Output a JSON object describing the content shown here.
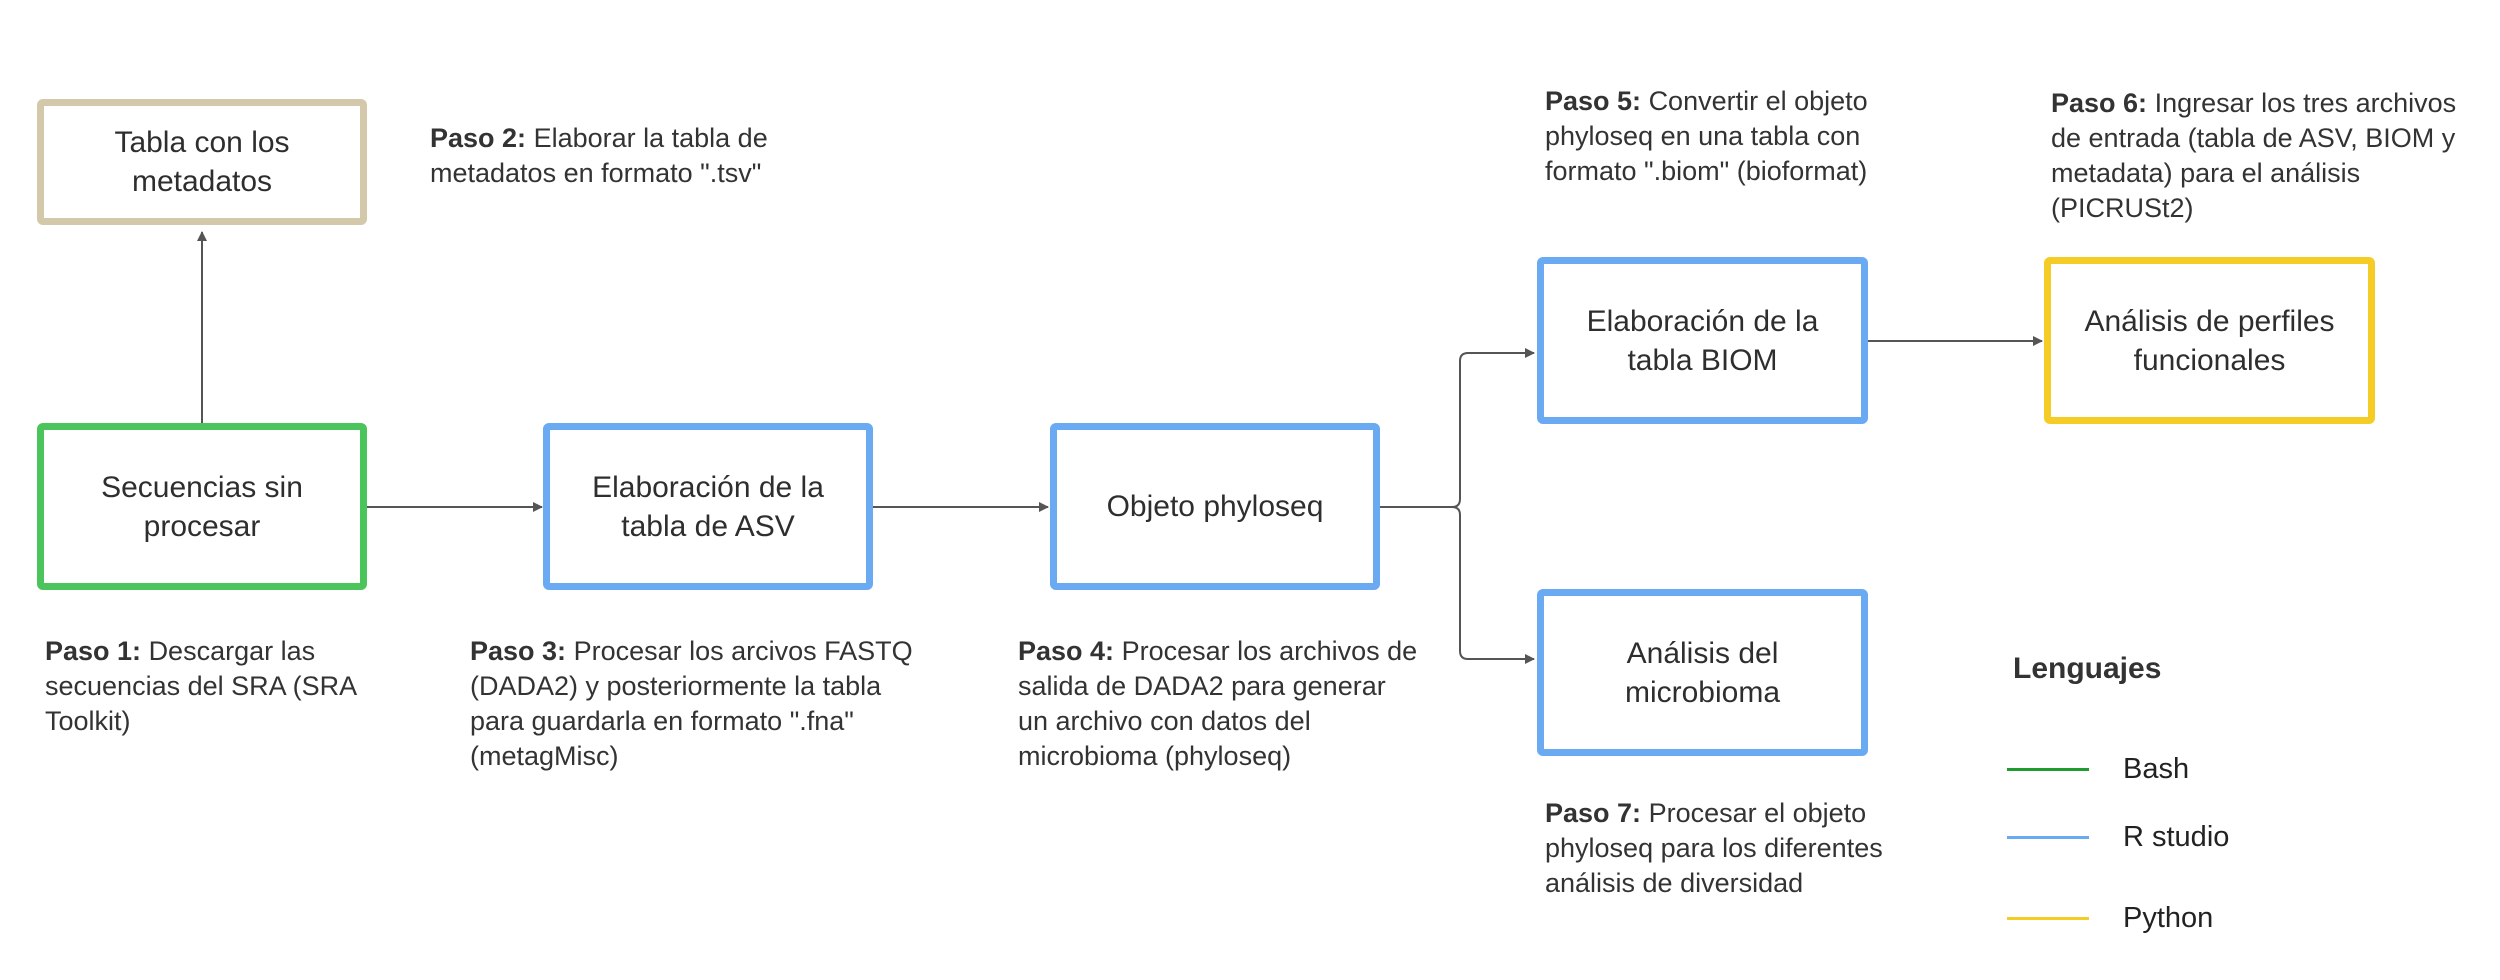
{
  "nodes": {
    "metadata_table": "Tabla con los metadatos",
    "raw_sequences": "Secuencias sin procesar",
    "asv_table": "Elaboración de la tabla de ASV",
    "phyloseq_object": "Objeto phyloseq",
    "biom_table": "Elaboración de la tabla BIOM",
    "functional_profiles": "Análisis de perfiles funcionales",
    "microbiome_analysis": "Análisis del microbioma"
  },
  "steps": {
    "step1": {
      "label": "Paso 1:",
      "text": "Descargar las secuencias del SRA (SRA Toolkit)"
    },
    "step2": {
      "label": "Paso 2:",
      "text": "Elaborar la tabla de metadatos en formato \".tsv\""
    },
    "step3": {
      "label": "Paso 3:",
      "text": "Procesar los arcivos FASTQ (DADA2) y posteriormente la tabla para guardarla en formato \".fna\" (metagMisc)"
    },
    "step4": {
      "label": "Paso 4:",
      "text": "Procesar los archivos de salida de DADA2 para generar un archivo con datos del microbioma (phyloseq)"
    },
    "step5": {
      "label": "Paso 5:",
      "text": "Convertir el objeto phyloseq en una tabla con formato \".biom\" (bioformat)"
    },
    "step6": {
      "label": "Paso 6:",
      "text": "Ingresar los tres archivos de entrada (tabla de ASV, BIOM y metadata) para el análisis (PICRUSt2)"
    },
    "step7": {
      "label": "Paso 7:",
      "text": "Procesar el objeto phyloseq para los diferentes análisis de diversidad"
    }
  },
  "legend": {
    "title": "Lenguajes",
    "items": [
      {
        "label": "Bash",
        "color": "#1f9a2e"
      },
      {
        "label": "R studio",
        "color": "#6aaaf3"
      },
      {
        "label": "Python",
        "color": "#f5cc26"
      }
    ]
  },
  "colors": {
    "beige": "#d3c8aa",
    "green": "#4cc45c",
    "blue": "#6aaaf3",
    "yellow": "#f5cc26",
    "connector": "#555555"
  }
}
